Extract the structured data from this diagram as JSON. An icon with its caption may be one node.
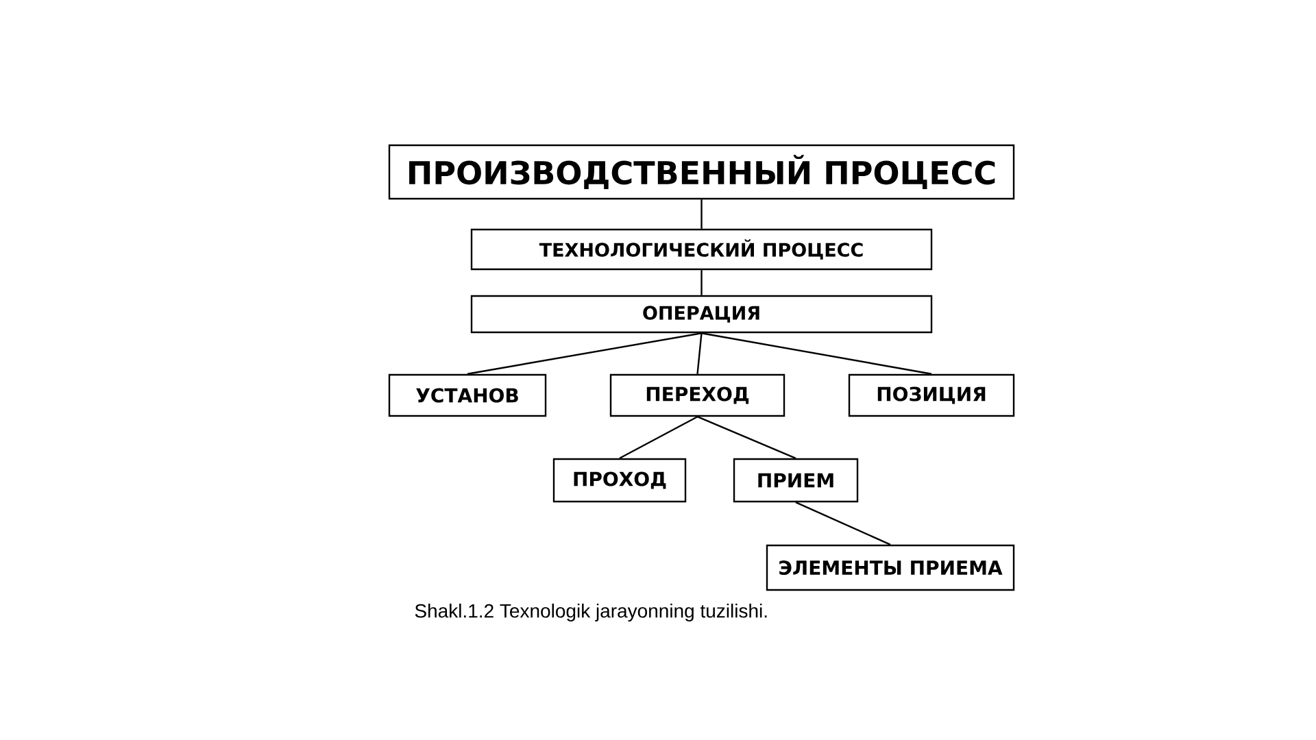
{
  "diagram": {
    "caption": "Shakl.1.2 Texnologik jarayonning tuzilishi.",
    "nodes": [
      {
        "text": [
          "ПРОИЗВОДСТВЕННЫЙ  ПРОЦЕСС"
        ]
      },
      {
        "text": [
          "ТЕХНОЛОГИЧЕСКИЙ  ПРОЦЕСС"
        ]
      },
      {
        "text": [
          "ОПЕРАЦИЯ"
        ]
      },
      {
        "text": [
          "УСТАНОВ"
        ]
      },
      {
        "text": [
          "ПЕРЕХОД"
        ]
      },
      {
        "text": [
          "ПОЗИЦИЯ"
        ]
      },
      {
        "text": [
          "ПРОХОД"
        ]
      },
      {
        "text": [
          "ПРИЕМ"
        ]
      },
      {
        "text": [
          "ЭЛЕМЕНТЫ  ПРИЕМА"
        ]
      }
    ],
    "edges": [
      {
        "from": 0,
        "to": 1,
        "arrow": "none"
      },
      {
        "from": 1,
        "to": 2,
        "arrow": "none"
      },
      {
        "from": 2,
        "to": 3,
        "arrow": "none"
      },
      {
        "from": 2,
        "to": 4,
        "arrow": "none"
      },
      {
        "from": 2,
        "to": 5,
        "arrow": "none"
      },
      {
        "from": 4,
        "to": 6,
        "arrow": "none"
      },
      {
        "from": 4,
        "to": 7,
        "arrow": "none"
      },
      {
        "from": 7,
        "to": 8,
        "arrow": "none"
      }
    ]
  }
}
